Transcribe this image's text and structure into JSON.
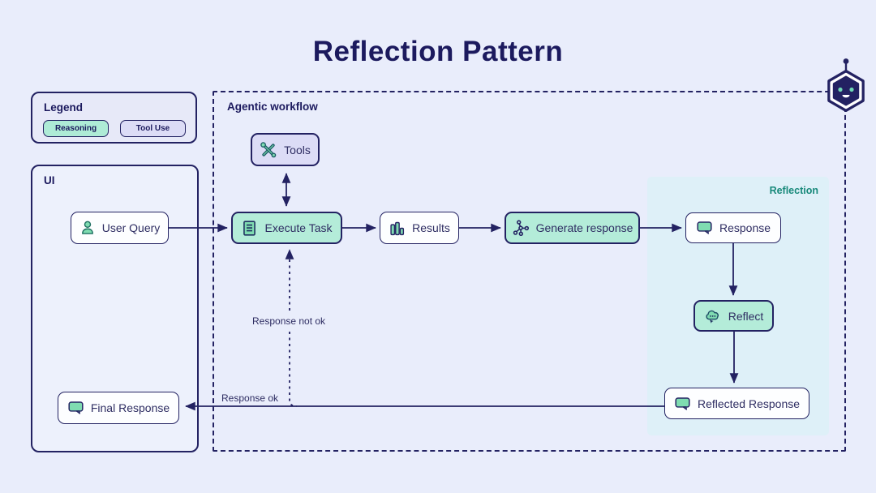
{
  "title": "Reflection Pattern",
  "legend": {
    "title": "Legend",
    "reasoning_label": "Reasoning",
    "tool_use_label": "Tool Use"
  },
  "ui_panel": {
    "title": "UI",
    "user_query_label": "User Query",
    "final_response_label": "Final Response"
  },
  "workflow": {
    "title": "Agentic workflow",
    "tools_label": "Tools",
    "execute_task_label": "Execute Task",
    "results_label": "Results",
    "generate_response_label": "Generate response",
    "reflection_title": "Reflection",
    "response_label": "Response",
    "reflect_label": "Reflect",
    "reflected_response_label": "Reflected Response",
    "edge_response_ok": "Response ok",
    "edge_response_not_ok": "Response not ok"
  },
  "icons": {
    "user_query": "person-icon",
    "final_response": "chat-bubble-icon",
    "tools": "crossed-tools-icon",
    "execute_task": "document-list-icon",
    "results": "bar-chart-icon",
    "generate_response": "network-nodes-icon",
    "response": "chat-bubble-icon",
    "reflect": "thought-bubble-icon",
    "reflected_response": "chat-bubble-icon",
    "mascot": "robot-hexagon-icon"
  },
  "colors": {
    "background": "#e9edfb",
    "navy": "#232262",
    "teal_node": "#b4ecd9",
    "lavender_node": "#dcdcf6",
    "white_node": "#fdfeff",
    "reflection_panel": "#def0f8",
    "reflection_label": "#17897a",
    "icon_green": "#7fdcb1",
    "legend_reasoning": "#aeebd6",
    "legend_tool_use": "#dcdcf6"
  }
}
